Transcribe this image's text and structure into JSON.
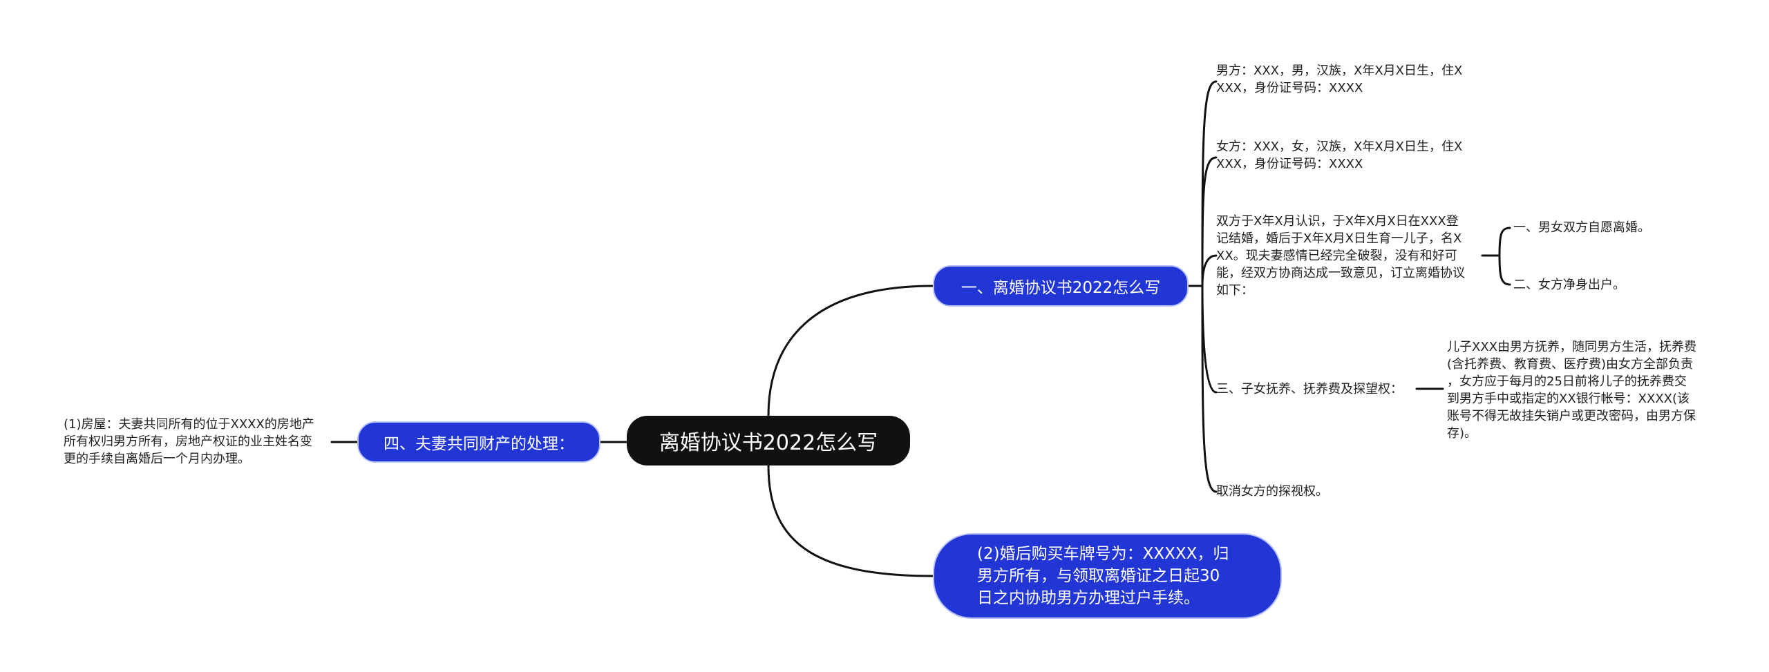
{
  "root": {
    "label": "离婚协议书2022怎么写"
  },
  "branch1": {
    "label": "一、离婚协议书2022怎么写",
    "man_lines": [
      "男方：XXX，男，汉族，X年X月X日生，住X",
      "XXX，身份证号码：XXXX"
    ],
    "woman_lines": [
      "女方：XXX，女，汉族，X年X月X日生，住X",
      "XXX，身份证号码：XXXX"
    ],
    "agreement_lines": [
      "双方于X年X月认识，于X年X月X日在XXX登",
      "记结婚，婚后于X年X月X日生育一儿子，名X",
      "XX。现夫妻感情已经完全破裂，没有和好可",
      "能，经双方协商达成一致意见，订立离婚协议",
      "如下："
    ],
    "agreement_children": [
      "一、男女双方自愿离婚。",
      "二、女方净身出户。"
    ],
    "custody_label": "三、子女抚养、抚养费及探望权：",
    "custody_lines": [
      "儿子XXX由男方抚养，随同男方生活，抚养费",
      "(含托养费、教育费、医疗费)由女方全部负责",
      "，女方应于每月的25日前将儿子的抚养费交",
      "到男方手中或指定的XX银行帐号：XXXX(该",
      "账号不得无故挂失销户或更改密码，由男方保",
      "存)。"
    ],
    "cancel_visit": "取消女方的探视权。"
  },
  "branch2": {
    "lines": [
      "(2)婚后购买车牌号为：XXXXX，归",
      "男方所有，与领取离婚证之日起30",
      "日之内协助男方办理过户手续。"
    ]
  },
  "branch4": {
    "label": "四、夫妻共同财产的处理：",
    "house_lines": [
      "(1)房屋：夫妻共同所有的位于XXXX的房地产",
      "所有权归男方所有，房地产权证的业主姓名变",
      "更的手续自离婚后一个月内办理。"
    ]
  }
}
